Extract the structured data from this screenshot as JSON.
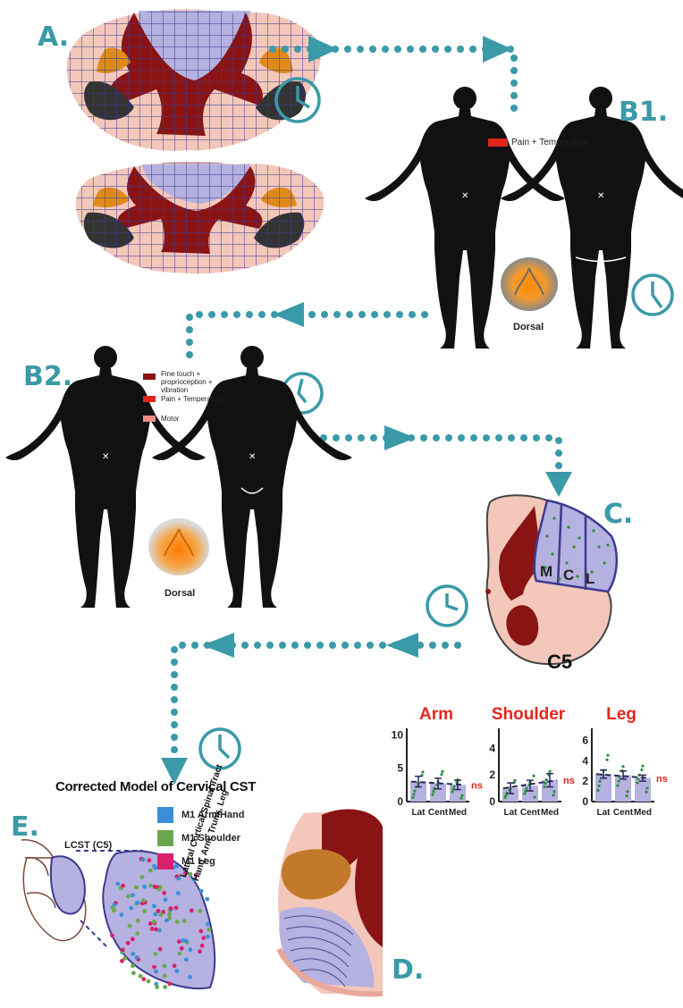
{
  "panels": {
    "a": "A.",
    "b1": "B1.",
    "b2": "B2.",
    "c": "C.",
    "d": "D.",
    "e": "E."
  },
  "b1": {
    "legend": "Pain + Temperature",
    "caption": "Dorsal"
  },
  "b2": {
    "legend": [
      "Fine touch + proprioception + vibration",
      "Pain + Temperature",
      "Motor"
    ],
    "caption": "Dorsal"
  },
  "c": {
    "regions": [
      "M",
      "C",
      "L"
    ],
    "level": "C5"
  },
  "e": {
    "title": "Corrected Model of Cervical CST",
    "lcst": "LCST (C5)",
    "legend": [
      "M1 Arm/Hand",
      "M1 Shoulder",
      "M1 Leg"
    ]
  },
  "d": {
    "line1": "Lateral Cortical Spinal Tract",
    "line2": "Hand, Arm, Trunk, Leg"
  },
  "colors": {
    "accent": "#3a9aa8",
    "red": "#e2261d",
    "darkred": "#8a1414",
    "lavender": "#b5b1e0",
    "pink": "#f3c7ba",
    "arm": "#3b8fd8",
    "shoulder": "#6aa84f",
    "leg": "#d6226b"
  },
  "chart_data": [
    {
      "type": "bar",
      "title": "Arm",
      "categories": [
        "Lat",
        "Cent",
        "Med"
      ],
      "values": [
        3.0,
        2.7,
        2.5
      ],
      "errors": [
        0.8,
        0.8,
        0.7
      ],
      "ylim": [
        0,
        11
      ],
      "yticks": [
        "0",
        "5",
        "10"
      ],
      "annotation": "ns"
    },
    {
      "type": "bar",
      "title": "Shoulder",
      "categories": [
        "Lat",
        "Cent",
        "Med"
      ],
      "values": [
        1.0,
        1.2,
        1.6
      ],
      "errors": [
        0.4,
        0.4,
        0.5
      ],
      "ylim": [
        0,
        5.5
      ],
      "yticks": [
        "0",
        "2",
        "4"
      ],
      "annotation": "ns"
    },
    {
      "type": "bar",
      "title": "Leg",
      "categories": [
        "Lat",
        "Cent",
        "Med"
      ],
      "values": [
        2.7,
        2.6,
        2.3
      ],
      "errors": [
        0.4,
        0.4,
        0.3
      ],
      "ylim": [
        0,
        7.2
      ],
      "yticks": [
        "0",
        "2",
        "4",
        "6"
      ],
      "annotation": "ns"
    }
  ]
}
